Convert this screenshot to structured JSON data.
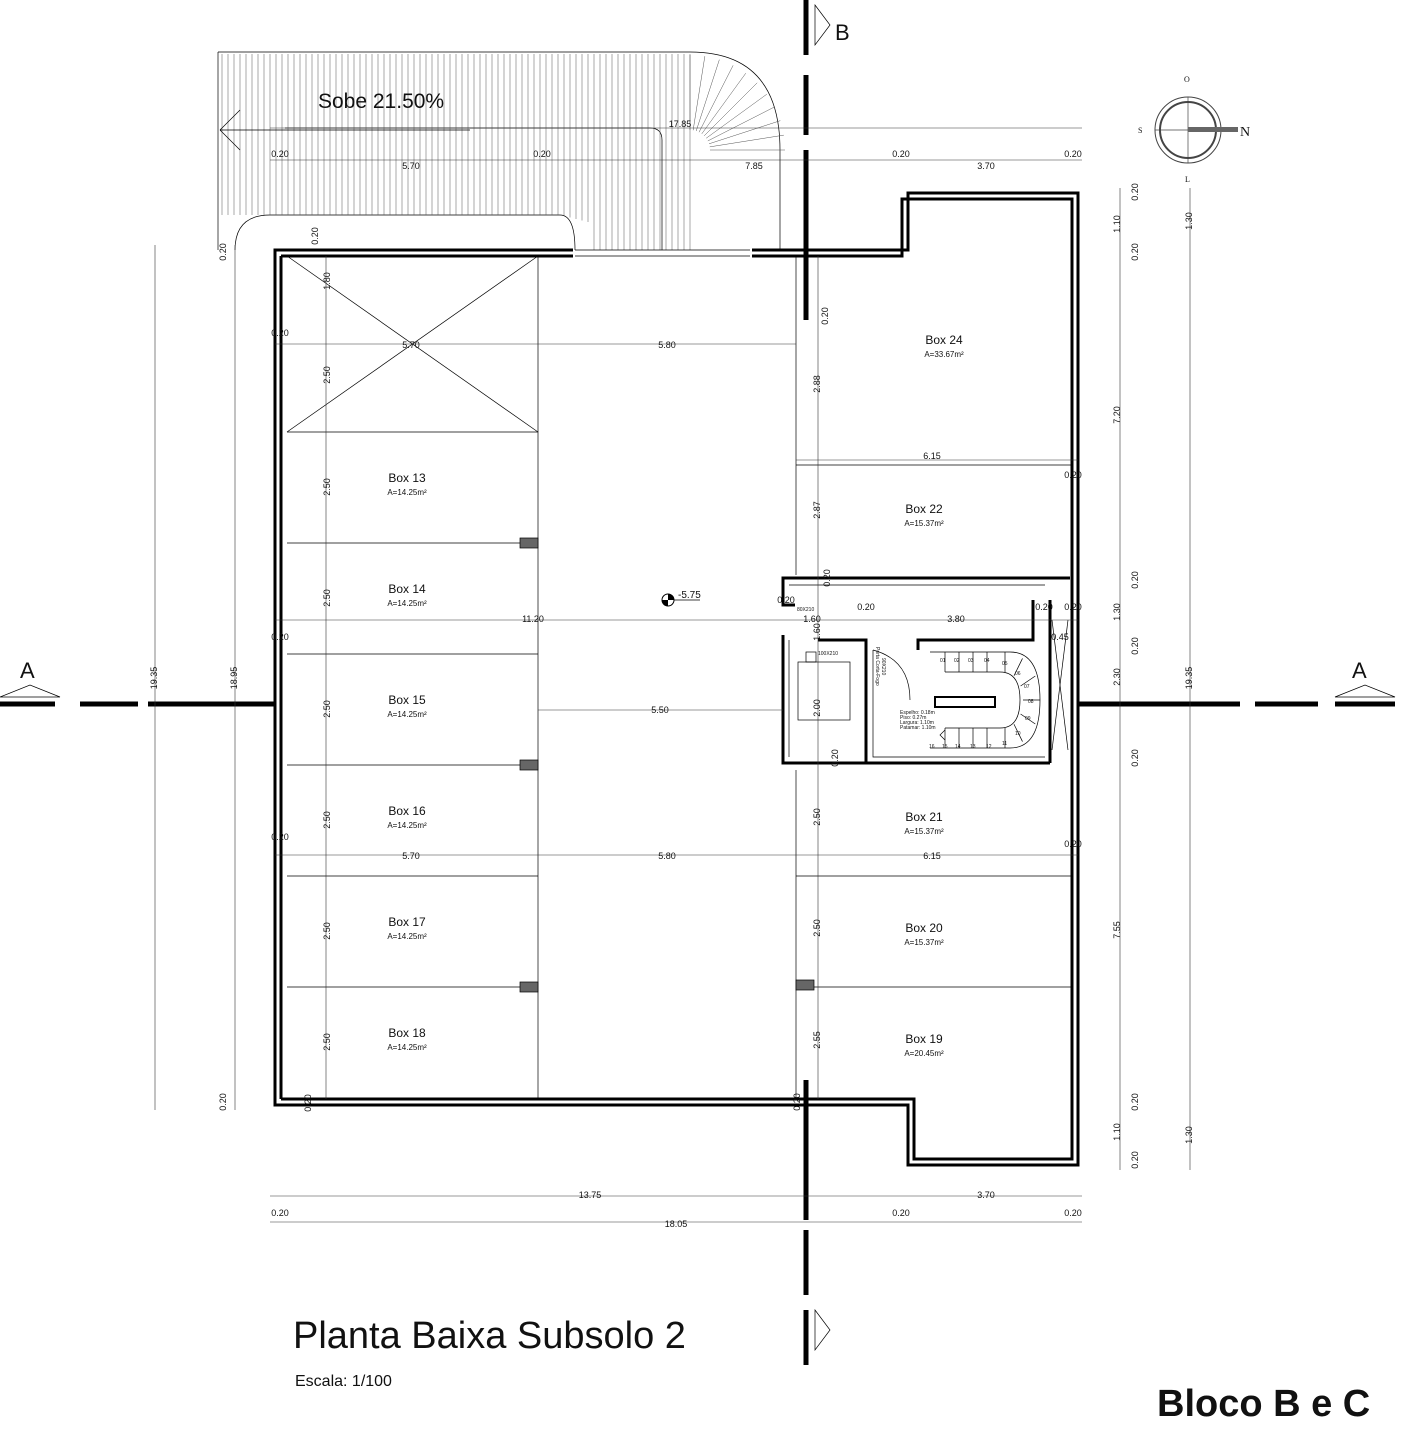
{
  "title": "Planta Baixa Subsolo 2",
  "scale": "Escala: 1/100",
  "block": "Bloco B e C",
  "ramp_label": "Sobe 21.50%",
  "level_mark": "-5.75",
  "section_labels": {
    "a_left": "A",
    "a_right": "A",
    "b_top": "B"
  },
  "compass": {
    "n": "N",
    "s": "S",
    "o": "O",
    "l": "L"
  },
  "boxes": [
    {
      "id": "box13",
      "name": "Box 13",
      "area": "A=14.25m²"
    },
    {
      "id": "box14",
      "name": "Box 14",
      "area": "A=14.25m²"
    },
    {
      "id": "box15",
      "name": "Box 15",
      "area": "A=14.25m²"
    },
    {
      "id": "box16",
      "name": "Box 16",
      "area": "A=14.25m²"
    },
    {
      "id": "box17",
      "name": "Box 17",
      "area": "A=14.25m²"
    },
    {
      "id": "box18",
      "name": "Box 18",
      "area": "A=14.25m²"
    },
    {
      "id": "box24",
      "name": "Box 24",
      "area": "A=33.67m²"
    },
    {
      "id": "box22",
      "name": "Box 22",
      "area": "A=15.37m²"
    },
    {
      "id": "box21",
      "name": "Box 21",
      "area": "A=15.37m²"
    },
    {
      "id": "box20",
      "name": "Box 20",
      "area": "A=15.37m²"
    },
    {
      "id": "box19",
      "name": "Box 19",
      "area": "A=20.45m²"
    }
  ],
  "dims": {
    "d_17_85": "17.85",
    "d_7_85": "7.85",
    "d_5_70": "5.70",
    "d_3_70": "3.70",
    "d_0_20": "0.20",
    "d_5_80": "5.80",
    "d_6_15": "6.15",
    "d_11_20": "11.20",
    "d_5_50": "5.50",
    "d_3_80": "3.80",
    "d_1_60": "1.60",
    "d_0_45": "0.45",
    "d_13_75": "13.75",
    "d_18_05": "18.05",
    "d_19_35": "19.35",
    "d_18_95": "18.95",
    "d_1_80": "1.80",
    "d_2_50": "2.50",
    "d_2_88": "2.88",
    "d_2_87": "2.87",
    "d_2_00": "2.00",
    "d_2_55": "2.55",
    "d_1_10": "1.10",
    "d_1_30": "1.30",
    "d_7_20": "7.20",
    "d_2_30": "2.30",
    "d_7_55": "7.55"
  },
  "stair": {
    "steps": [
      "01",
      "02",
      "03",
      "04",
      "05",
      "06",
      "07",
      "08",
      "09",
      "10",
      "11",
      "12",
      "13",
      "14",
      "15",
      "16"
    ],
    "notes": [
      "Espelho: 0.18m",
      "Piso: 0.27m",
      "Largura: 1.10m",
      "Patamar: 1.10m"
    ]
  },
  "doors": {
    "d1": "80X210",
    "d2": "100X210",
    "d3": "Porta Corta-Fogo",
    "d4": "90X210"
  }
}
